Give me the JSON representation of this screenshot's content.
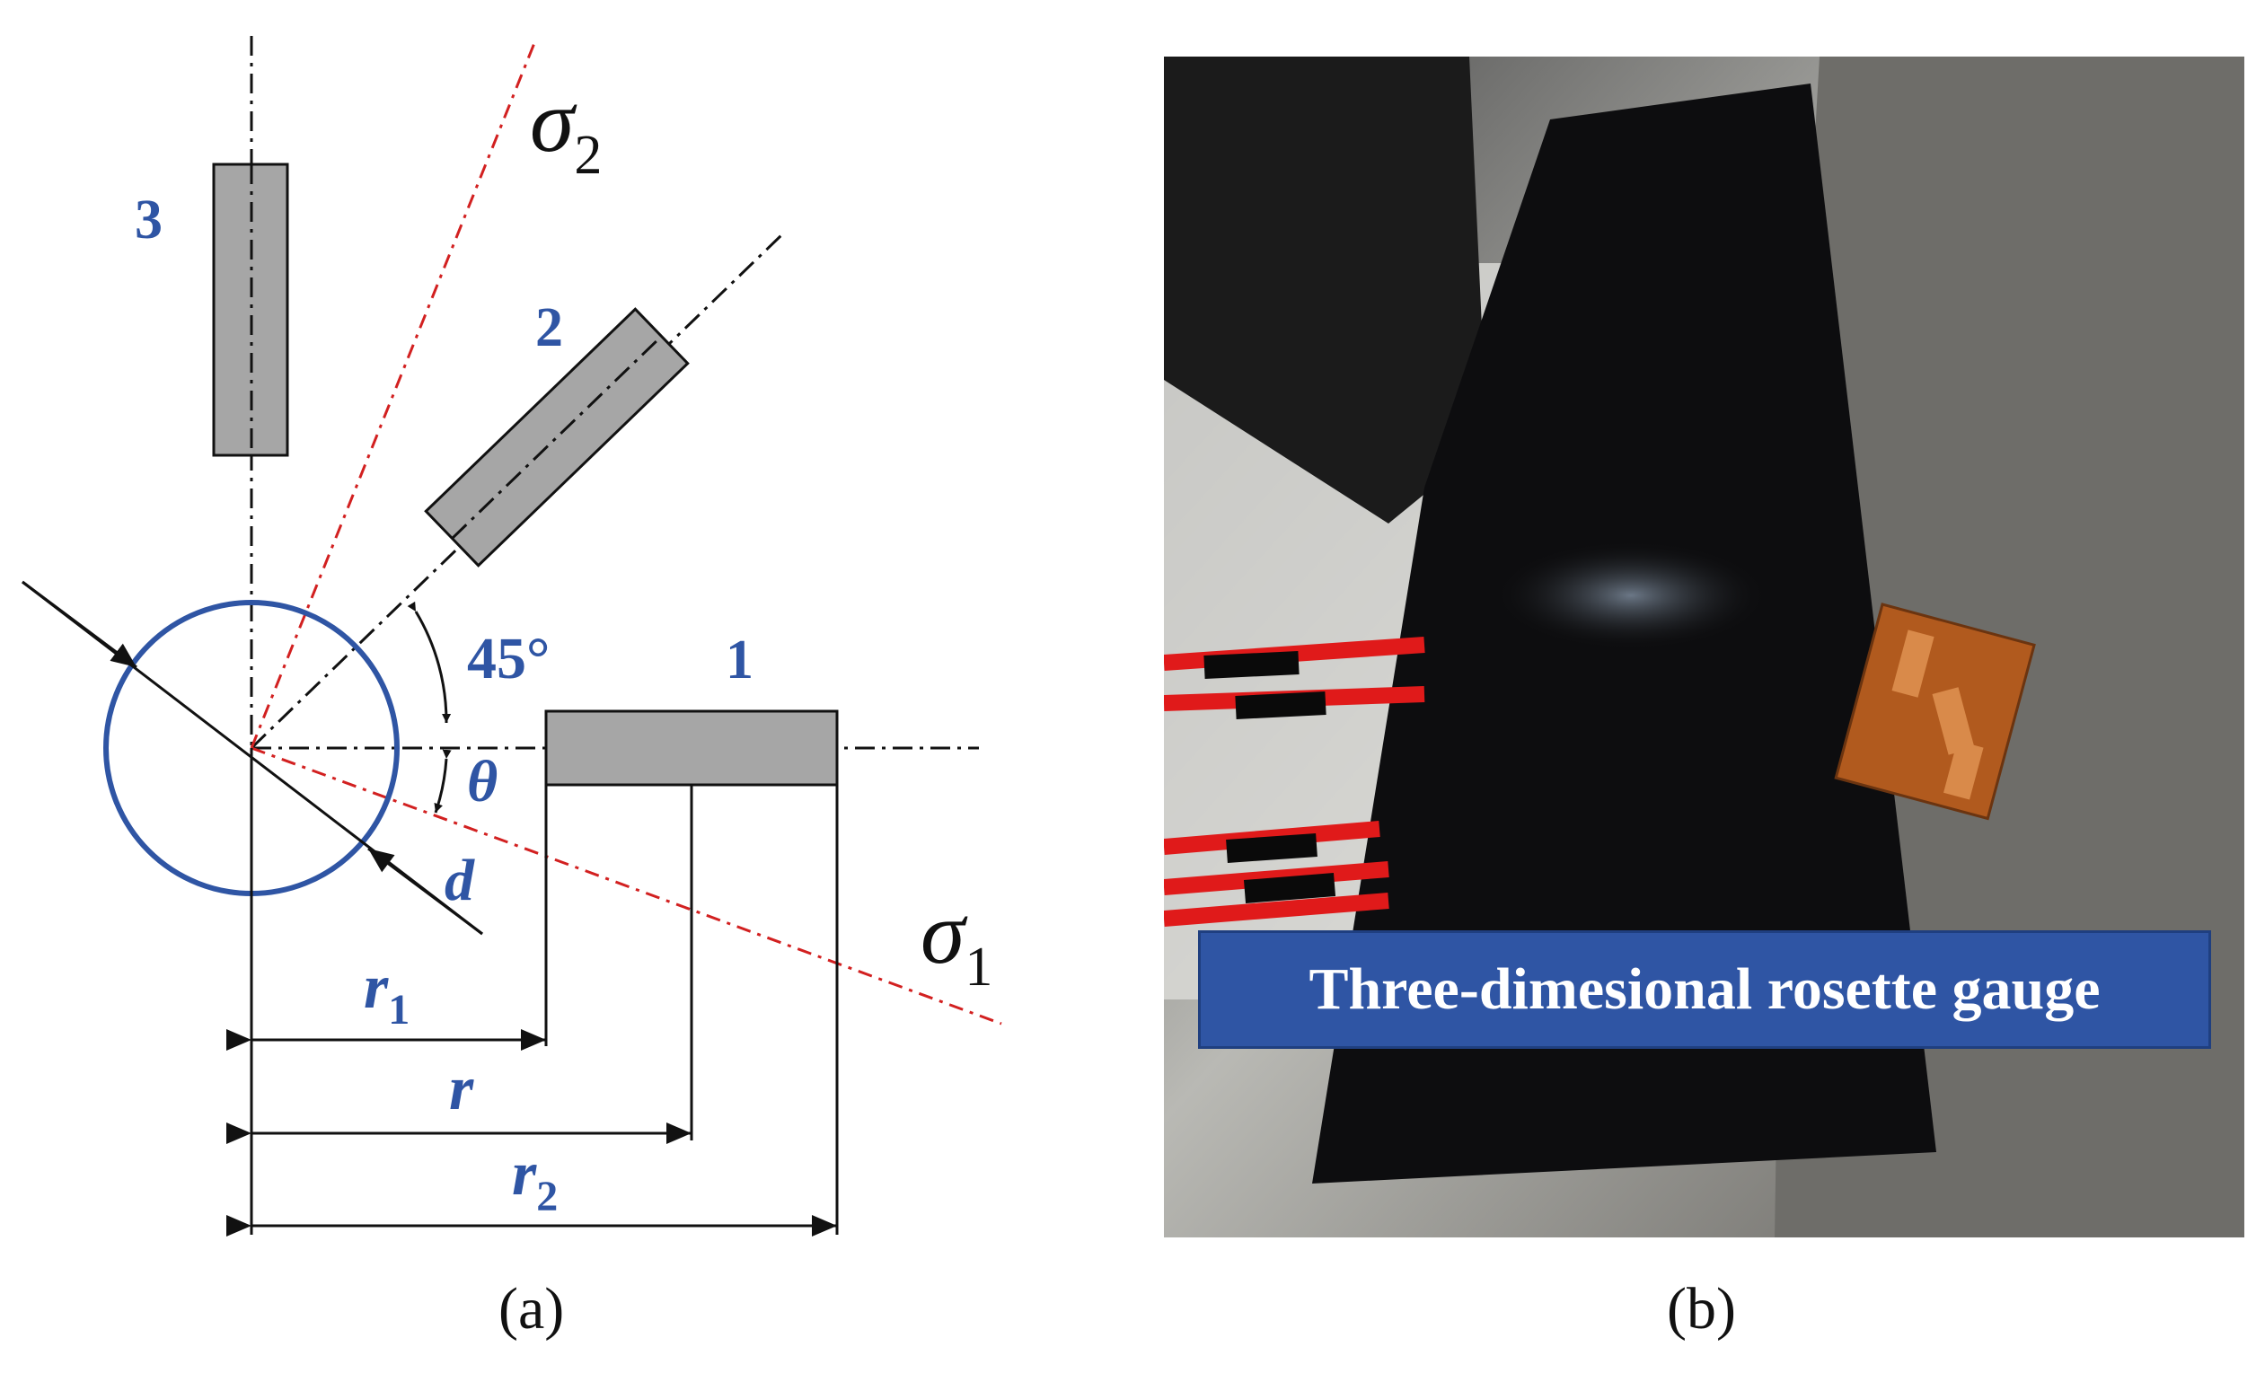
{
  "panel_a": {
    "gauge_labels": [
      "1",
      "2",
      "3"
    ],
    "angle_label": "45°",
    "theta": "θ",
    "d_label": "d",
    "sigma1": {
      "symbol": "σ",
      "sub": "1"
    },
    "sigma2": {
      "symbol": "σ",
      "sub": "2"
    },
    "r1": {
      "symbol": "r",
      "sub": "1"
    },
    "r": {
      "symbol": "r"
    },
    "r2": {
      "symbol": "r",
      "sub": "2"
    },
    "colors": {
      "blue": "#2f55a4",
      "red": "#d22020",
      "gauge_fill": "#a6a6a6"
    }
  },
  "panel_b": {
    "banner_text": "Three-dimesional rosette gauge"
  },
  "captions": {
    "a": "(a)",
    "b": "(b)"
  }
}
